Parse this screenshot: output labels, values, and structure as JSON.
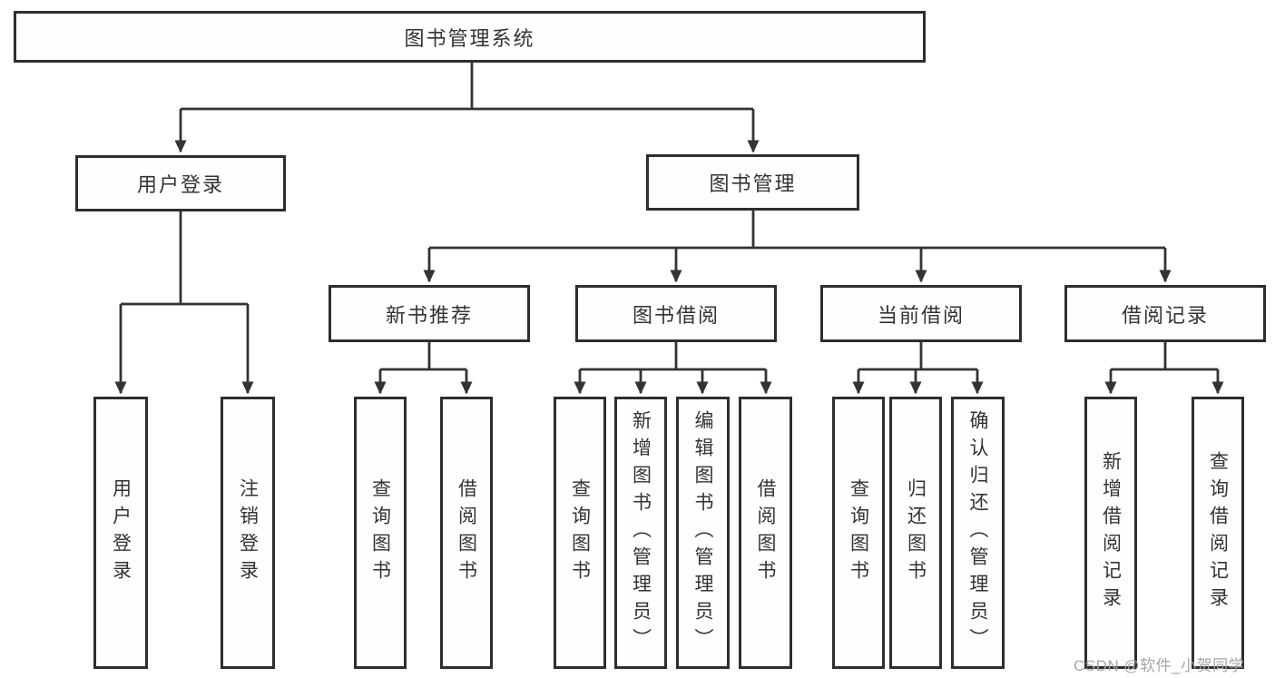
{
  "tree": {
    "root": {
      "label": "图书管理系统"
    },
    "branches": [
      {
        "id": "user-login",
        "label": "用户登录",
        "children": [
          "用户登录",
          "注销登录"
        ]
      },
      {
        "id": "book-management",
        "label": "图书管理",
        "modules": [
          {
            "id": "new-book-recommend",
            "label": "新书推荐",
            "children": [
              "查询图书",
              "借阅图书"
            ]
          },
          {
            "id": "book-borrow",
            "label": "图书借阅",
            "children": [
              "查询图书",
              "新增图书（管理员）",
              "编辑图书（管理员）",
              "借阅图书"
            ]
          },
          {
            "id": "current-borrow",
            "label": "当前借阅",
            "children": [
              "查询图书",
              "归还图书",
              "确认归还（管理员）"
            ]
          },
          {
            "id": "borrow-records",
            "label": "借阅记录",
            "children": [
              "新增借阅记录",
              "查询借阅记录"
            ]
          }
        ]
      }
    ],
    "watermark": "CSDN @软件_小贺同学",
    "colors": {
      "line": "#333333",
      "box_border": "#2e2e2e",
      "text": "#333333",
      "watermark": "#a6a6a6",
      "background": "#ffffff"
    }
  }
}
